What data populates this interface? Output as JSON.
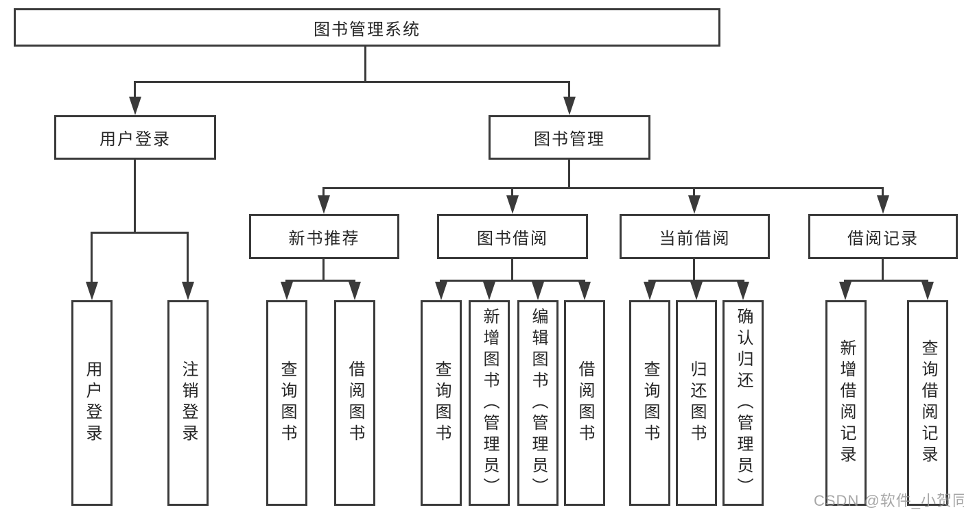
{
  "tree": {
    "label": "图书管理系统",
    "children": [
      {
        "label": "用户登录",
        "children": [
          {
            "label": "用户登录"
          },
          {
            "label": "注销登录"
          }
        ]
      },
      {
        "label": "图书管理",
        "children": [
          {
            "label": "新书推荐",
            "children": [
              {
                "label": "查询图书"
              },
              {
                "label": "借阅图书"
              }
            ]
          },
          {
            "label": "图书借阅",
            "children": [
              {
                "label": "查询图书"
              },
              {
                "label": "新增图书（管理员）"
              },
              {
                "label": "编辑图书（管理员）"
              },
              {
                "label": "借阅图书"
              }
            ]
          },
          {
            "label": "当前借阅",
            "children": [
              {
                "label": "查询图书"
              },
              {
                "label": "归还图书"
              },
              {
                "label": "确认归还（管理员）"
              }
            ]
          },
          {
            "label": "借阅记录",
            "children": [
              {
                "label": "新增借阅记录"
              },
              {
                "label": "查询借阅记录"
              }
            ]
          }
        ]
      }
    ]
  },
  "watermark": "CSDN @软件_小贺同学",
  "colors": {
    "line": "#3a3a3a",
    "box_background": "#ffffff",
    "label_text": "#262626",
    "watermark_text": "#949494"
  }
}
